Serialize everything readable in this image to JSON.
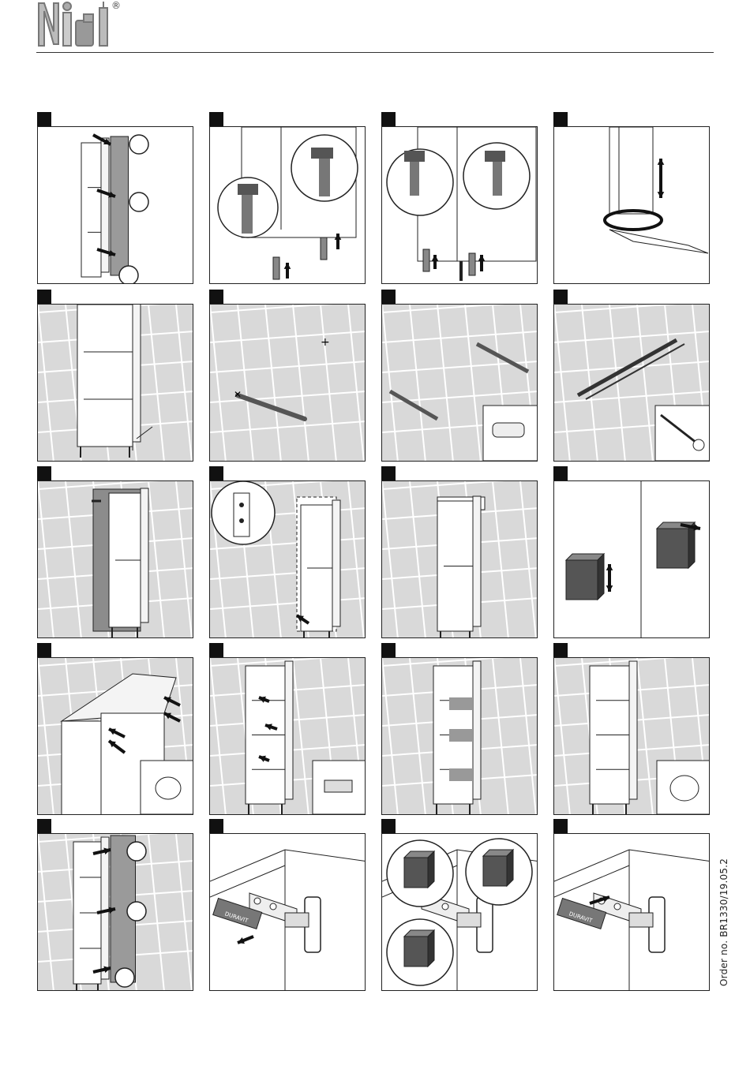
{
  "header": {
    "logo_icon": "tools-logo-icon",
    "registered_mark": "®"
  },
  "footer": {
    "order_number": "Order no. BR1330/19.05.2"
  },
  "steps": [
    {
      "id": 1,
      "content": "cabinet-door-removal"
    },
    {
      "id": 2,
      "content": "front-leg-mounting"
    },
    {
      "id": 3,
      "content": "rear-leg-mounting"
    },
    {
      "id": 4,
      "content": "leg-height-adjustment"
    },
    {
      "id": 5,
      "content": "cabinet-against-tiled-wall"
    },
    {
      "id": 6,
      "content": "marking-drill-holes"
    },
    {
      "id": 7,
      "content": "drilling-and-wall-plugs"
    },
    {
      "id": 8,
      "content": "mounting-rail-screws"
    },
    {
      "id": 9,
      "content": "cabinet-hung-on-wall"
    },
    {
      "id": 10,
      "content": "hanger-detail"
    },
    {
      "id": 11,
      "content": "rail-attachment"
    },
    {
      "id": 12,
      "content": "hanger-adjustment"
    },
    {
      "id": 13,
      "content": "top-shelf-supports"
    },
    {
      "id": 14,
      "content": "shelf-pin-insertion"
    },
    {
      "id": 15,
      "content": "shelves-inserted"
    },
    {
      "id": 16,
      "content": "bumper-pads"
    },
    {
      "id": 17,
      "content": "door-reattachment"
    },
    {
      "id": 18,
      "content": "hinge-cover-removal"
    },
    {
      "id": 19,
      "content": "hinge-adjustment"
    },
    {
      "id": 20,
      "content": "hinge-cover-refit"
    }
  ],
  "hinge_plate_text": "DURAVIT"
}
